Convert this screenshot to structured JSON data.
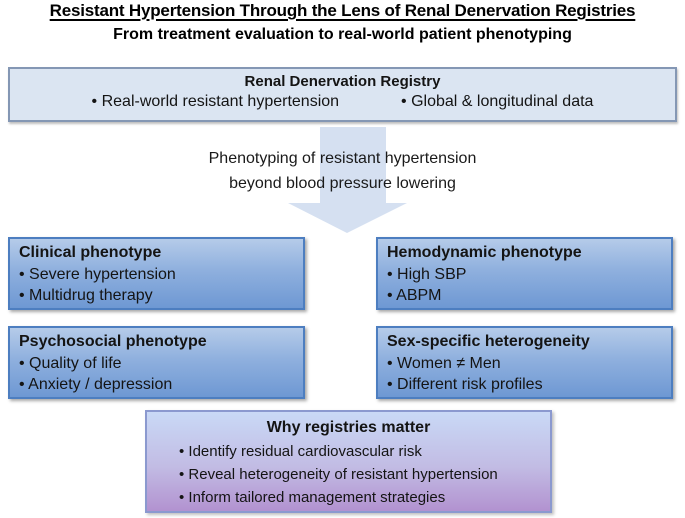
{
  "header": {
    "title": "Resistant Hypertension Through the Lens of Renal Denervation Registries",
    "subtitle": "From treatment evaluation to real-world patient phenotyping"
  },
  "registry_box": {
    "title": "Renal Denervation Registry",
    "bullets": [
      "• Real-world resistant hypertension",
      "• Global & longitudinal data"
    ]
  },
  "arrow": {
    "label_line1": "Phenotyping of resistant hypertension",
    "label_line2": "beyond blood pressure lowering",
    "color": "#d5e0f1"
  },
  "phenotype_boxes": [
    {
      "title": "Clinical phenotype",
      "bullets": [
        "• Severe hypertension",
        "• Multidrug therapy"
      ]
    },
    {
      "title": "Hemodynamic phenotype",
      "bullets": [
        "• High SBP",
        "• ABPM"
      ]
    },
    {
      "title": "Psychosocial phenotype",
      "bullets": [
        "• Quality of life",
        "• Anxiety / depression"
      ]
    },
    {
      "title": "Sex-specific heterogeneity",
      "bullets": [
        "• Women ≠ Men",
        "• Different risk profiles"
      ]
    }
  ],
  "why_box": {
    "title": "Why registries matter",
    "bullets": [
      "• Identify residual cardiovascular risk",
      "• Reveal heterogeneity of resistant hypertension",
      "• Inform tailored management strategies"
    ]
  },
  "colors": {
    "registry_box_fill": "#dbe5f2",
    "registry_box_border": "#8497b4",
    "phenotype_gradient_top": "#b5cbe9",
    "phenotype_gradient_bottom": "#6e98d3",
    "phenotype_border": "#4d7ec0",
    "why_gradient_top": "#c9d9f6",
    "why_gradient_bottom": "#b292d0",
    "why_border": "#8b99cf",
    "arrow_fill": "#d5e0f1"
  }
}
